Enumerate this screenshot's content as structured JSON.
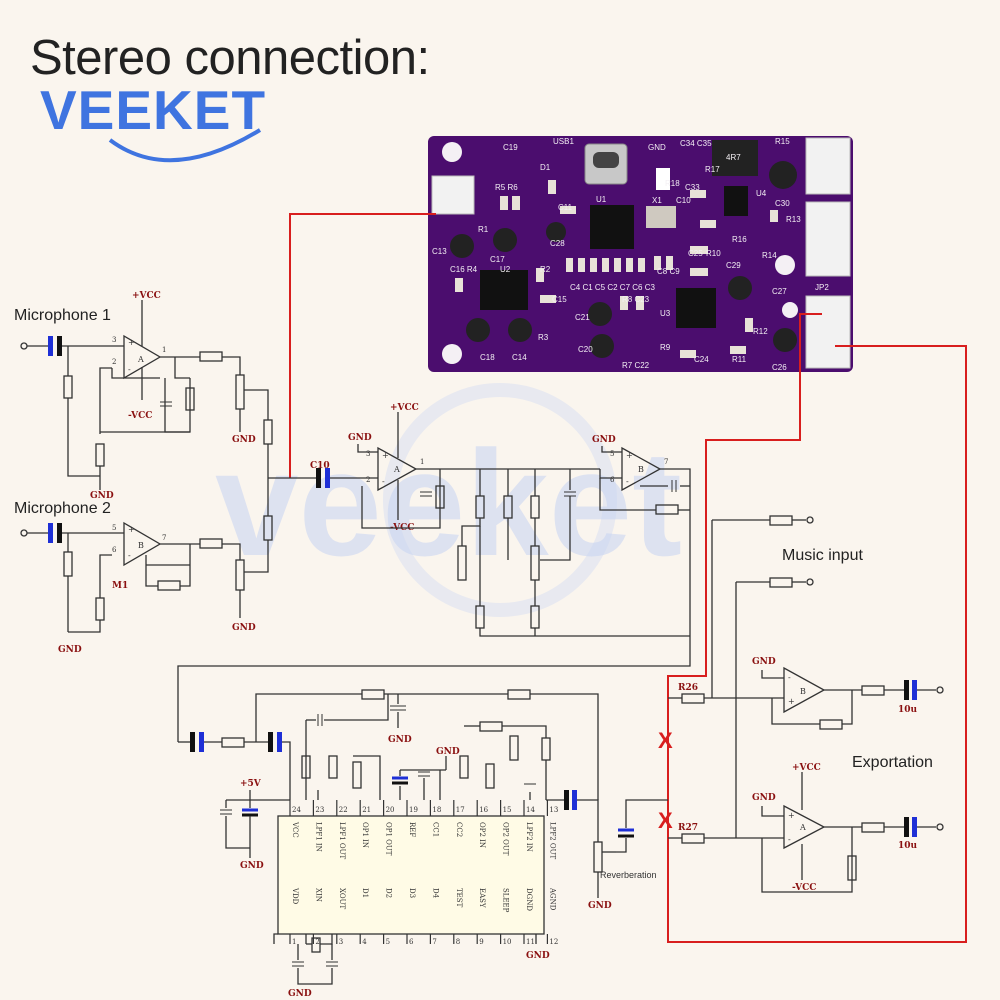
{
  "header": {
    "title": "Stereo connection:",
    "brand": "VEEKET",
    "watermark": "veeket"
  },
  "labels": {
    "mic1": "Microphone 1",
    "mic2": "Microphone 2",
    "music_input": "Music input",
    "exportation": "Exportation",
    "reverberation": "Reverberation",
    "x_mark_1": "X",
    "x_mark_2": "X"
  },
  "schematic_text": {
    "vcc_plus": "+VCC",
    "vcc_minus": "-VCC",
    "gnd": "GND",
    "plus5v": "+5V",
    "c10": "C10",
    "r26": "R26",
    "r27": "R27",
    "m1": "M1",
    "cap_10u": "10u",
    "opamp_a": "A",
    "opamp_b": "B"
  },
  "ic": {
    "top_pins": [
      "24",
      "23",
      "22",
      "21",
      "20",
      "19",
      "18",
      "17",
      "16",
      "15",
      "14",
      "13"
    ],
    "top_names": [
      "VCC",
      "LPF1 IN",
      "LPF1 OUT",
      "OP1 IN",
      "OP1 OUT",
      "REF",
      "CC1",
      "CC2",
      "OP2 IN",
      "OP2 OUT",
      "LPF2 IN",
      "LPF2 OUT"
    ],
    "bottom_pins": [
      "1",
      "2",
      "3",
      "4",
      "5",
      "6",
      "7",
      "8",
      "9",
      "10",
      "11",
      "12"
    ],
    "bottom_names": [
      "VDD",
      "XIN",
      "XOUT",
      "D1",
      "D2",
      "D3",
      "D4",
      "TEST",
      "EASY",
      "SLEEP",
      "DGND",
      "AGND"
    ]
  },
  "pcb": {
    "labels": [
      "USB1",
      "GND",
      "C34 C35",
      "4R7",
      "R15",
      "C19",
      "D1",
      "R18",
      "C33",
      "R17",
      "C10",
      "X1",
      "U1",
      "U4",
      "C30",
      "R13",
      "R16",
      "R5 R6",
      "C11",
      "C25",
      "R14",
      "C28",
      "C13",
      "C17",
      "R1",
      "C16 R4",
      "U2",
      "R2",
      "C4 C1 C5 C2 C7 C6 C3",
      "C8 C9",
      "C29",
      "R10",
      "C27",
      "JP2",
      "C15",
      "R3",
      "C21",
      "R8 C23",
      "U3",
      "C18",
      "C14",
      "C20",
      "R7 C22",
      "R9",
      "R11",
      "C24",
      "R12",
      "C26"
    ]
  },
  "colors": {
    "pcb": "#4b0d6e",
    "wire": "#333333",
    "red_wire": "#d81e1e",
    "cap": "#1e2fd6",
    "brand": "#3f74e0"
  }
}
